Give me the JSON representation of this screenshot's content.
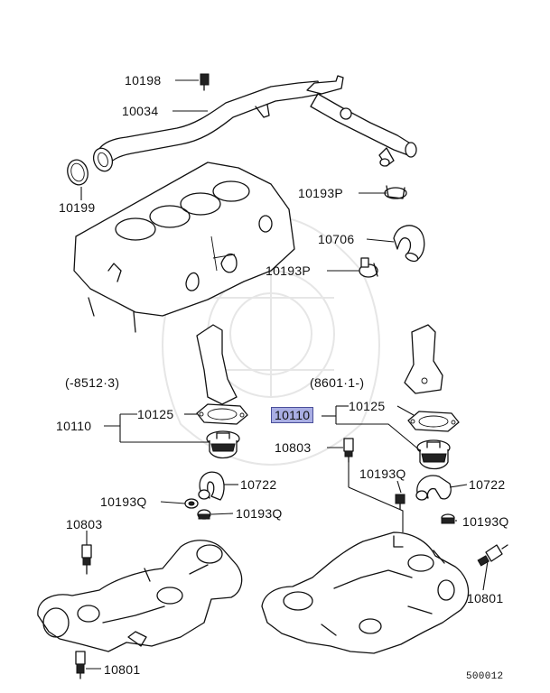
{
  "labels": {
    "p10198": "10198",
    "p10034": "10034",
    "p10199": "10199",
    "p10193p_top": "10193P",
    "p10706": "10706",
    "p10193p_mid": "10193P",
    "range_left": "(-8512·3)",
    "range_right": "(8601·1-)",
    "p10125_left": "10125",
    "p10110_left": "10110",
    "p10110_right": "10110",
    "p10125_right": "10125",
    "p10803_mid": "10803",
    "p10193q_right_upper": "10193Q",
    "p10722_left": "10722",
    "p10722_right": "10722",
    "p10193q_left_a": "10193Q",
    "p10193q_left_b": "10193Q",
    "p10193q_right_lower": "10193Q",
    "p10803_left": "10803",
    "p10801_right": "10801",
    "p10801_left": "10801",
    "diagram_code": "500012"
  },
  "highlight_color": "#a9aee3"
}
